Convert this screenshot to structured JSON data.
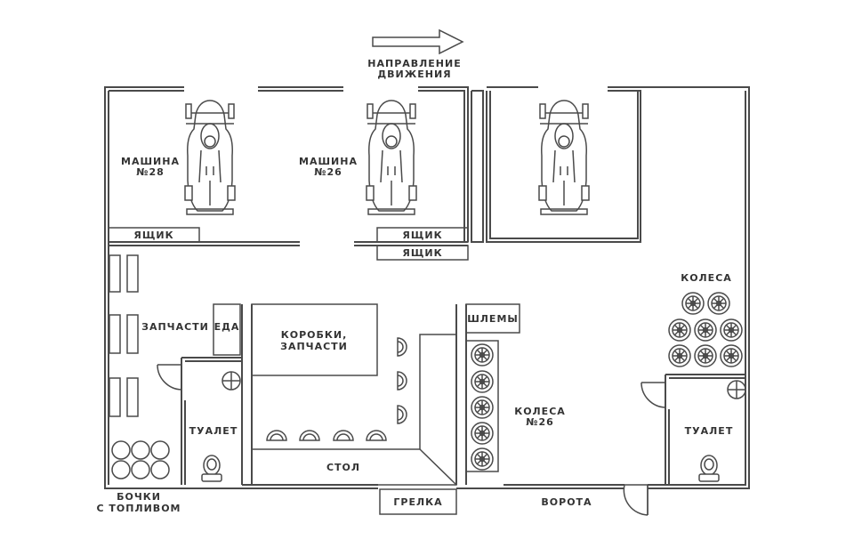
{
  "direction": {
    "line1": "НАПРАВЛЕНИЕ",
    "line2": "ДВИЖЕНИЯ"
  },
  "cars": [
    {
      "line1": "МАШИНА",
      "line2": "№28"
    },
    {
      "line1": "МАШИНА",
      "line2": "№26"
    }
  ],
  "boxes": {
    "yashik_left": "ЯЩИК",
    "yashik_right_top": "ЯЩИК",
    "yashik_right_bottom": "ЯЩИК"
  },
  "labels": {
    "zapchasti": "ЗАПЧАСТИ",
    "eda": "ЕДА",
    "korobki_line1": "КОРОБКИ,",
    "korobki_line2": "ЗАПЧАСТИ",
    "shlemy": "ШЛЕМЫ",
    "kolesa": "КОЛЕСА",
    "kolesa26_line1": "КОЛЕСА",
    "kolesa26_line2": "№26",
    "tualet_left": "ТУАЛЕТ",
    "tualet_right": "ТУАЛЕТ",
    "stol": "СТОЛ",
    "bochki_line1": "БОЧКИ",
    "bochki_line2": "С ТОПЛИВОМ",
    "grelka": "ГРЕЛКА",
    "vorota": "ВОРОТА"
  },
  "colors": {
    "line": "#4a4a4a",
    "text": "#333333",
    "background": "#ffffff"
  }
}
